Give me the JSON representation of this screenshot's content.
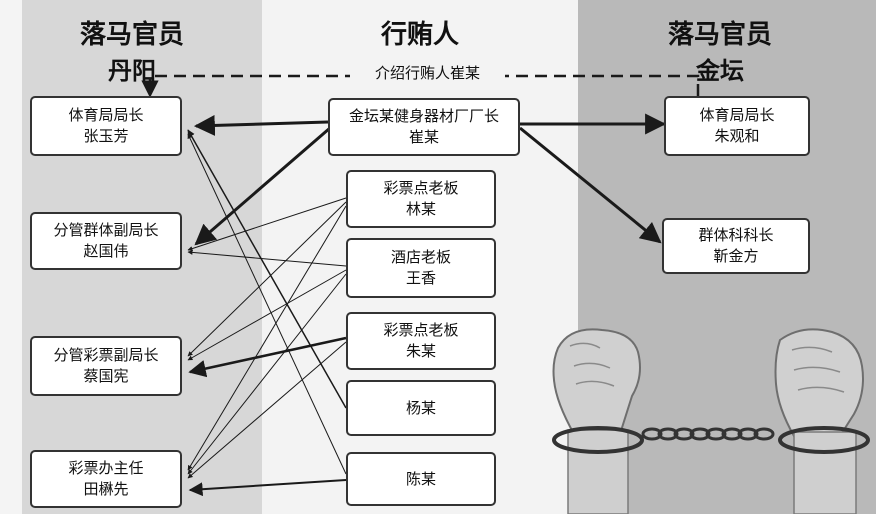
{
  "headers": {
    "left_title": "落马官员",
    "left_place": "丹阳",
    "middle_title": "行贿人",
    "right_title": "落马官员",
    "right_place": "金坛"
  },
  "intro_label": "介绍行贿人崔某",
  "officials_danyang": [
    {
      "title": "体育局局长",
      "name": "张玉芳"
    },
    {
      "title": "分管群体副局长",
      "name": "赵国伟"
    },
    {
      "title": "分管彩票副局长",
      "name": "蔡国宪"
    },
    {
      "title": "彩票办主任",
      "name": "田楙先"
    }
  ],
  "bribers": [
    {
      "title": "金坛某健身器材厂厂长",
      "name": "崔某"
    },
    {
      "title": "彩票点老板",
      "name": "林某"
    },
    {
      "title": "酒店老板",
      "name": "王香"
    },
    {
      "title": "彩票点老板",
      "name": "朱某"
    },
    {
      "title": "",
      "name": "杨某"
    },
    {
      "title": "",
      "name": "陈某"
    }
  ],
  "officials_jintan": [
    {
      "title": "体育局局长",
      "name": "朱观和"
    },
    {
      "title": "群体科科长",
      "name": "靳金方"
    }
  ],
  "colors": {
    "left_band": "#d7d7d7",
    "middle_band": "#f3f3f3",
    "right_band": "#b9b9b9",
    "lines": "#1a1a1a"
  }
}
